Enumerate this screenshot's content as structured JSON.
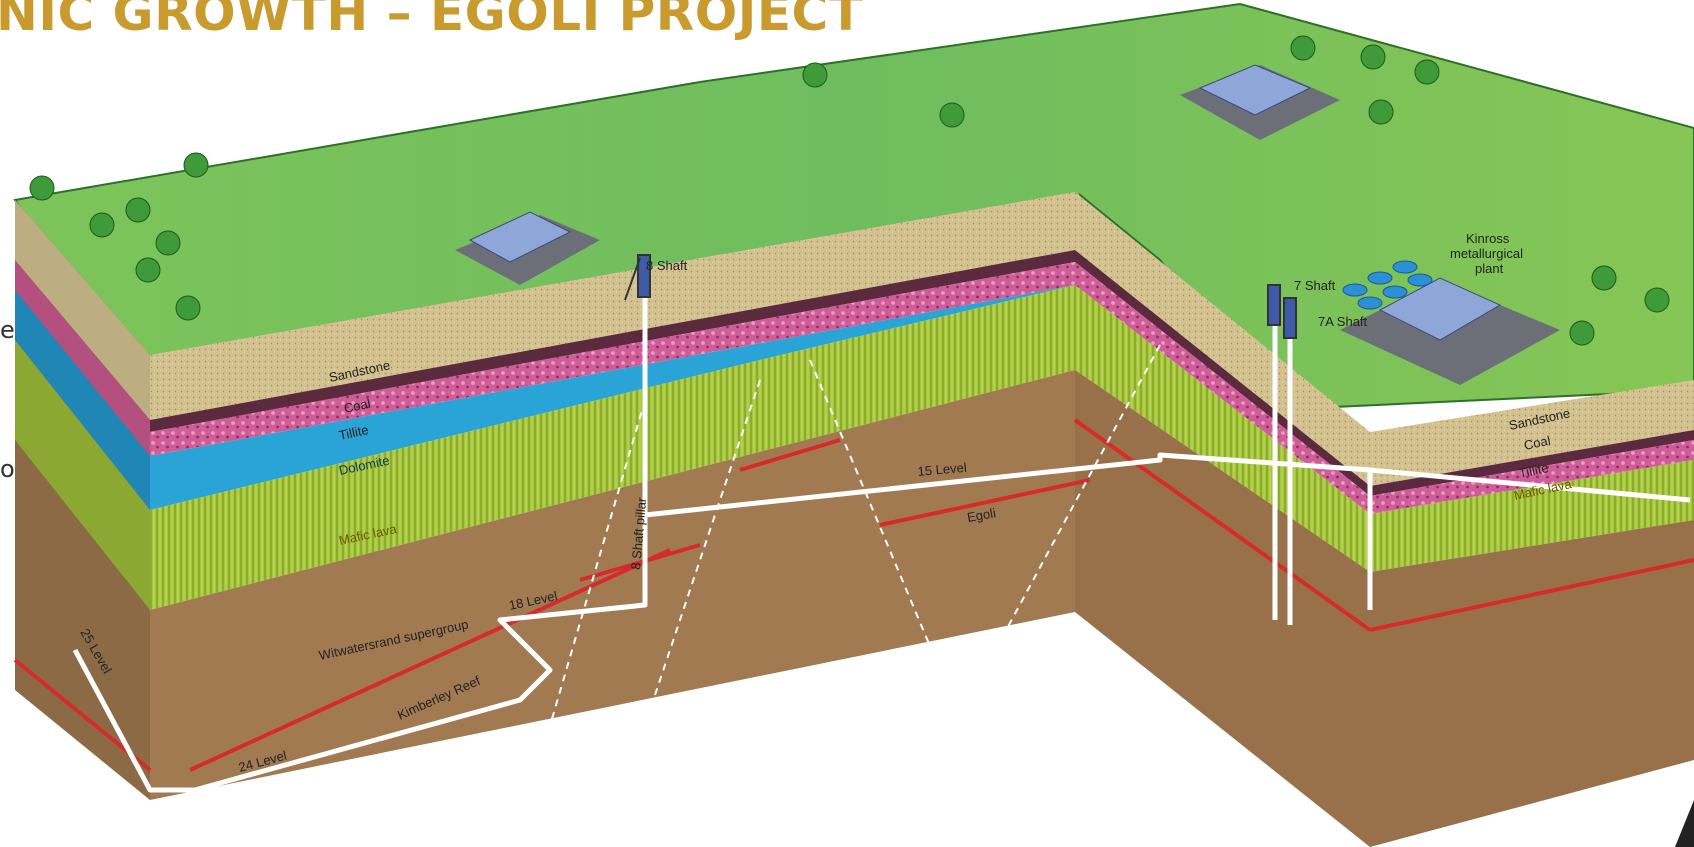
{
  "title": "NIC GROWTH – EGOLI PROJECT",
  "side_fragments": [
    "e",
    "on"
  ],
  "layers": {
    "left": [
      "Sandstone",
      "Coal",
      "Tillite",
      "Dolomite",
      "Mafic lava",
      "Witwatersrand supergroup",
      "Kimberley Reef"
    ],
    "right": [
      "Sandstone",
      "Coal",
      "Tillite",
      "Mafic lava"
    ]
  },
  "shafts": [
    "8 Shaft",
    "7 Shaft",
    "7A Shaft",
    "8 Shaft pillar"
  ],
  "levels": [
    "15 Level",
    "18 Level",
    "24 Level",
    "25 Level"
  ],
  "reef_label": "Egoli",
  "plant_label": [
    "Kinross",
    "metallurgical",
    "plant"
  ],
  "colors": {
    "title": "#c99a2e",
    "grass": "#7cc557",
    "sandstone": "#d3c28f",
    "coal": "#5c2a3e",
    "tillite": "#d66aa0",
    "dolomite": "#2aa3d6",
    "mafic_lava": "#a6c63c",
    "witwatersrand": "#a27a52",
    "reef": "#d62b2b",
    "level": "#ffffff"
  }
}
